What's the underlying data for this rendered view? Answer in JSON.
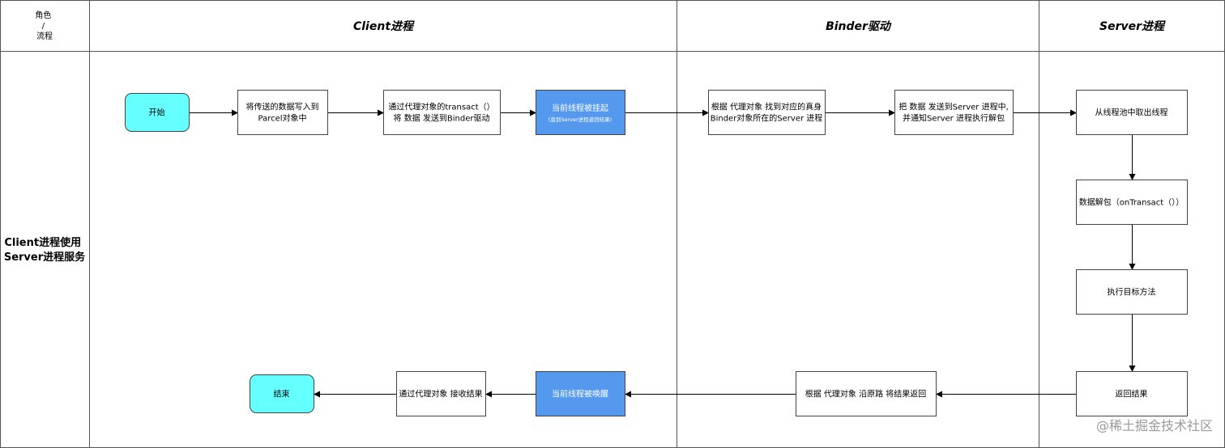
{
  "header": {
    "corner_lines": [
      "角色",
      "/",
      "流程"
    ],
    "lanes": [
      "Client进程",
      "Binder驱动",
      "Server进程"
    ]
  },
  "row": {
    "label_lines": [
      "Client进程使用",
      "Server进程服务"
    ]
  },
  "nodes": {
    "start": {
      "lines": [
        "开始"
      ],
      "kind": "terminal"
    },
    "write_parcel": {
      "lines": [
        "将传送的数据写入到",
        "Parcel对象中"
      ],
      "kind": "process"
    },
    "transact": {
      "lines": [
        "通过代理对象的transact（）",
        "将 数据 发送到Binder驱动"
      ],
      "kind": "process"
    },
    "suspend": {
      "lines": [
        "当前线程被挂起"
      ],
      "sub": "(直到Server进程返回结果)",
      "kind": "highlight"
    },
    "find_real": {
      "lines": [
        "根据 代理对象 找到对应的真身",
        "Binder对象所在的Server 进程"
      ],
      "kind": "process"
    },
    "send_server": {
      "lines": [
        "把 数据 发送到Server 进程中,",
        "并通知Server 进程执行解包"
      ],
      "kind": "process"
    },
    "take_thread": {
      "lines": [
        "从线程池中取出线程"
      ],
      "kind": "process"
    },
    "unpack": {
      "lines": [
        "数据解包（onTransact（））"
      ],
      "kind": "process"
    },
    "exec_target": {
      "lines": [
        "执行目标方法"
      ],
      "kind": "process"
    },
    "return_result": {
      "lines": [
        "返回结果"
      ],
      "kind": "process"
    },
    "return_path": {
      "lines": [
        "根据 代理对象 沿原路 将结果返回"
      ],
      "kind": "process"
    },
    "wake": {
      "lines": [
        "当前线程被唤醒"
      ],
      "kind": "highlight"
    },
    "receive": {
      "lines": [
        "通过代理对象 接收结果"
      ],
      "kind": "process"
    },
    "end": {
      "lines": [
        "结束"
      ],
      "kind": "terminal"
    }
  },
  "edges": [
    [
      "start",
      "write_parcel"
    ],
    [
      "write_parcel",
      "transact"
    ],
    [
      "transact",
      "suspend"
    ],
    [
      "suspend",
      "find_real"
    ],
    [
      "find_real",
      "send_server"
    ],
    [
      "send_server",
      "take_thread"
    ],
    [
      "take_thread",
      "unpack"
    ],
    [
      "unpack",
      "exec_target"
    ],
    [
      "exec_target",
      "return_result"
    ],
    [
      "return_result",
      "return_path"
    ],
    [
      "return_path",
      "wake"
    ],
    [
      "wake",
      "receive"
    ],
    [
      "receive",
      "end"
    ]
  ],
  "colors": {
    "terminal_fill": "#66ffff",
    "highlight_fill": "#5599ee",
    "process_fill": "#ffffff",
    "stroke": "#444444",
    "grid": "#555555"
  },
  "watermark": "@稀土掘金技术社区"
}
